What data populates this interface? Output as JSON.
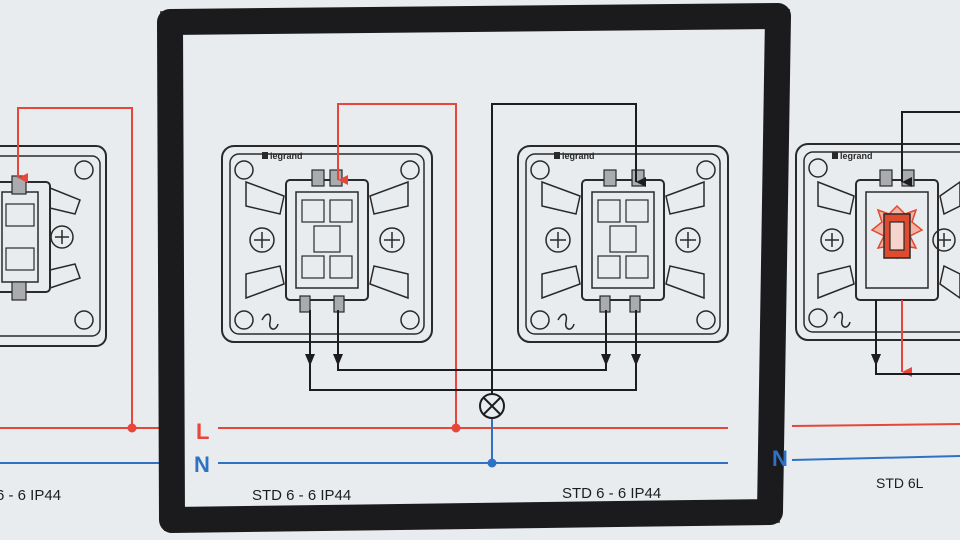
{
  "colors": {
    "paper": "#e9ecef",
    "line_wire": "#e8463a",
    "neutral_wire": "#2f72c4",
    "control_wire": "#1d1d1f",
    "tape": "#1b1b1d",
    "device_stroke": "#2a2a2a",
    "lamp_indicator": "#e04a2e"
  },
  "labels": {
    "line": "L",
    "neutral": "N",
    "neutral_partial": "N",
    "left_caption": "6 - 6 IP44",
    "caption_a": "STD 6 - 6 IP44",
    "caption_b": "STD 6 - 6 IP44",
    "caption_c": "STD 6L",
    "brand": "legrand"
  },
  "icons": {
    "lamp": "lamp-cross-circle-icon",
    "arrow": "arrow-down-icon",
    "junction": "junction-dot-icon",
    "ground": "ground-symbol-icon"
  }
}
